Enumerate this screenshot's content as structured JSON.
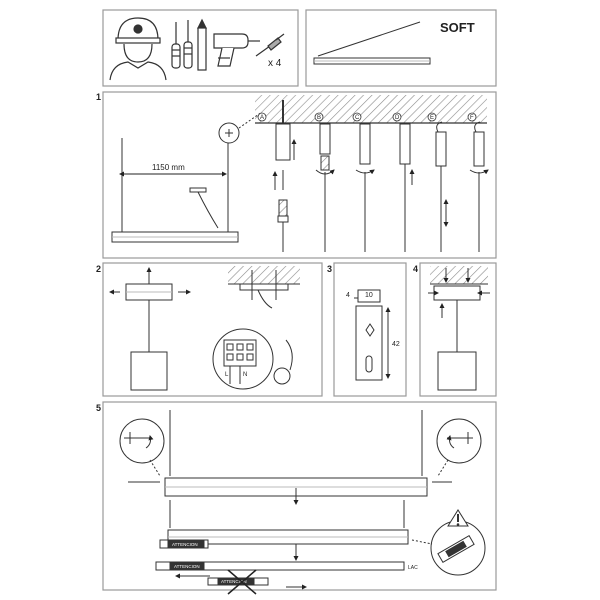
{
  "header": {
    "brand_label": "SOFT",
    "screw_count_label": "x 4"
  },
  "step1": {
    "number": "1",
    "dimension_label": "1150 mm",
    "detail_letters": [
      "A",
      "B",
      "C",
      "D",
      "E",
      "F"
    ]
  },
  "step2": {
    "number": "2",
    "terminal_labels": [
      "L",
      "N"
    ]
  },
  "step3": {
    "number": "3",
    "dim_small_a": "4",
    "dim_small_b": "10",
    "dim_height": "42"
  },
  "step4": {
    "number": "4"
  },
  "step5": {
    "number": "5",
    "warning_label": "ATTENCION",
    "end_label": "LAC"
  },
  "colors": {
    "line": "#333333",
    "panel_border": "#9a9a9a",
    "hatch": "#8c8c8c"
  }
}
